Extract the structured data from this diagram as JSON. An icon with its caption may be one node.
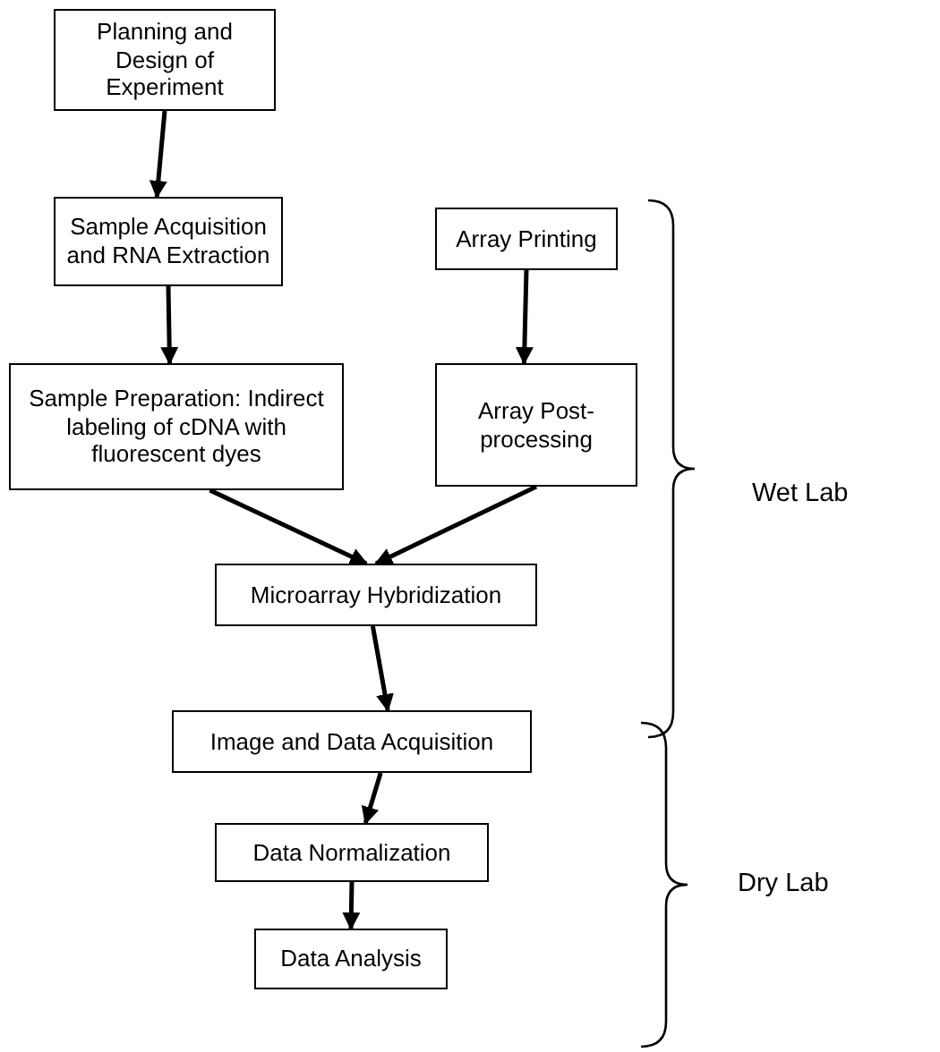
{
  "diagram": {
    "nodes": [
      {
        "text": [
          "Planning and Design of Experiment"
        ]
      },
      {
        "text": [
          "Sample Acquisition and RNA Extraction"
        ]
      },
      {
        "text": [
          "Array Printing"
        ]
      },
      {
        "text": [
          "Sample Preparation: Indirect labeling of cDNA with fluorescent dyes"
        ]
      },
      {
        "text": [
          "Array Post-processing"
        ]
      },
      {
        "text": [
          "Microarray Hybridization"
        ]
      },
      {
        "text": [
          "Image and Data Acquisition"
        ]
      },
      {
        "text": [
          "Data Normalization"
        ]
      },
      {
        "text": [
          "Data Analysis"
        ]
      }
    ],
    "edges": [
      {
        "from": 0,
        "to": 1,
        "arrow": "to"
      },
      {
        "from": 1,
        "to": 3,
        "arrow": "to"
      },
      {
        "from": 2,
        "to": 4,
        "arrow": "to"
      },
      {
        "from": 3,
        "to": 5,
        "arrow": "to"
      },
      {
        "from": 4,
        "to": 5,
        "arrow": "to"
      },
      {
        "from": 5,
        "to": 6,
        "arrow": "to"
      },
      {
        "from": 6,
        "to": 7,
        "arrow": "to"
      },
      {
        "from": 7,
        "to": 8,
        "arrow": "to"
      }
    ],
    "labels": [
      "Wet Lab",
      "Dry Lab"
    ]
  }
}
